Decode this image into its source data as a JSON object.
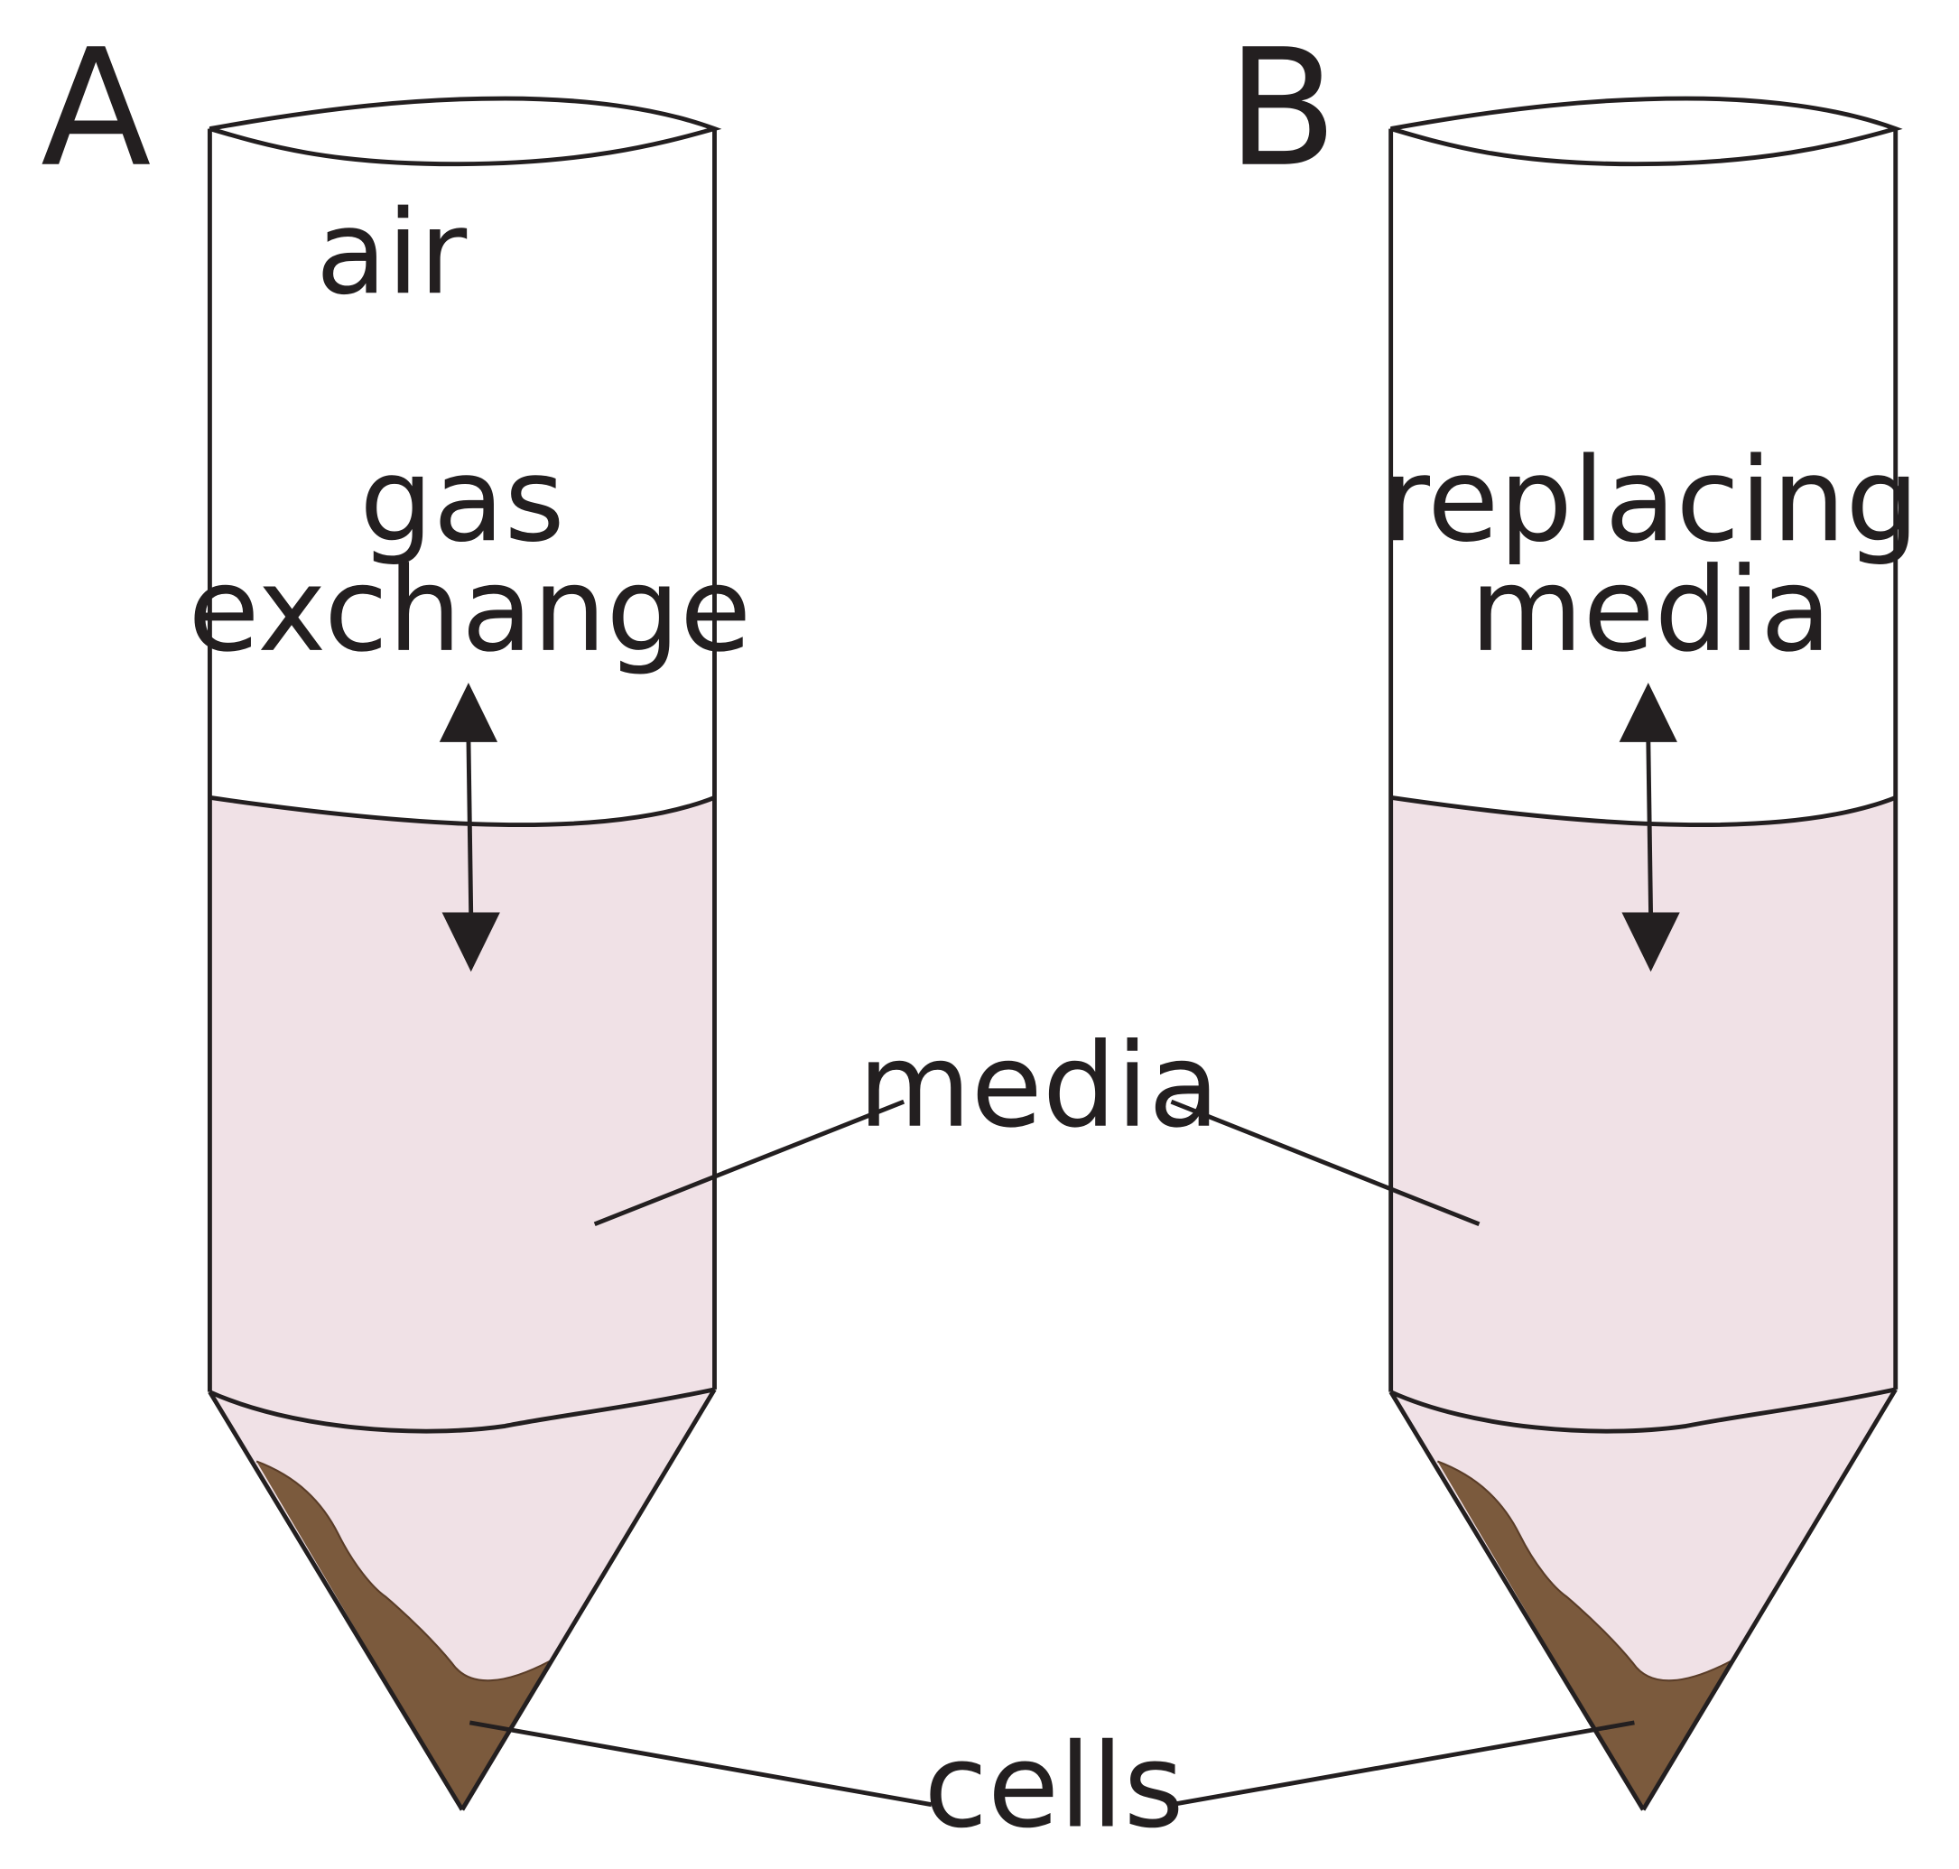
{
  "panels": [
    {
      "letter": "A",
      "top_label": "air",
      "arrow_label_line1": "gas",
      "arrow_label_line2": "exchange"
    },
    {
      "letter": "B",
      "arrow_label_line1": "replacing",
      "arrow_label_line2": "media"
    }
  ],
  "shared_labels": {
    "media": "media",
    "cells": "cells"
  },
  "colors": {
    "media_fill": "#f0e1e6",
    "cells_fill": "#7b5a3d",
    "outline": "#231f20"
  }
}
